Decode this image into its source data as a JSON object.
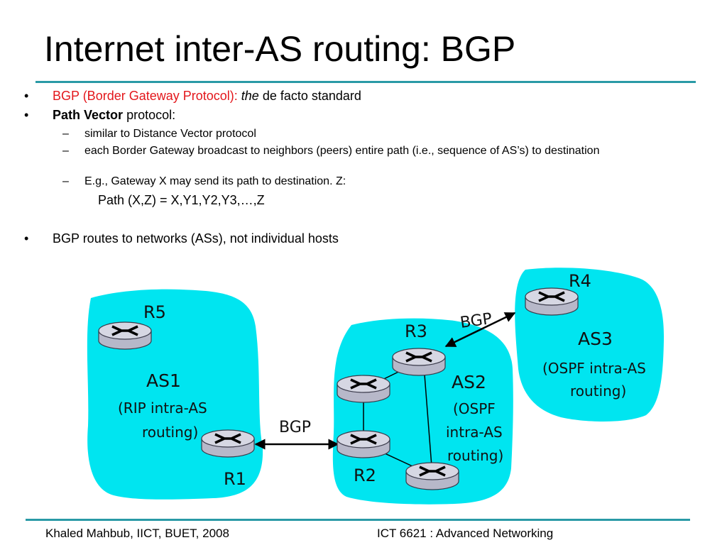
{
  "slide": {
    "title": "Internet inter-AS routing: BGP",
    "bullets": {
      "b1_red": "BGP (Border Gateway Protocol):",
      "b1_italic": "the",
      "b1_rest": "de facto standard",
      "b2_bold": "Path Vector",
      "b2_rest": "protocol:",
      "sub1": "similar to Distance Vector protocol",
      "sub2": "each Border Gateway broadcast to neighbors (peers) entire path (i.e., sequence of AS’s) to destination",
      "sub3": "E.g., Gateway X may send its path to destination. Z:",
      "formula": "Path (X,Z) = X,Y1,Y2,Y3,…,Z",
      "b3": "BGP routes to networks (ASs), not individual hosts"
    },
    "bullet_glyph": "•",
    "dash_glyph": "–"
  },
  "diagram": {
    "as1": {
      "name": "AS1",
      "desc1": "(RIP intra-AS",
      "desc2": "routing)"
    },
    "as2": {
      "name": "AS2",
      "desc1": "(OSPF",
      "desc2": "intra-AS",
      "desc3": "routing)"
    },
    "as3": {
      "name": "AS3",
      "desc1": "(OSPF intra-AS",
      "desc2": "routing)"
    },
    "routers": {
      "r1": "R1",
      "r2": "R2",
      "r3": "R3",
      "r4": "R4",
      "r5": "R5"
    },
    "bgp_label_1": "BGP",
    "bgp_label_2": "BGP",
    "colors": {
      "cloud": "#00e5f0",
      "router_body": "#b7b8c9",
      "router_top": "#d6d7e3",
      "accent_rule": "#2a9aa6",
      "highlight_text": "#e3161b"
    }
  },
  "footer": {
    "left": "Khaled Mahbub, IICT, BUET, 2008",
    "right": "ICT 6621 : Advanced Networking"
  }
}
